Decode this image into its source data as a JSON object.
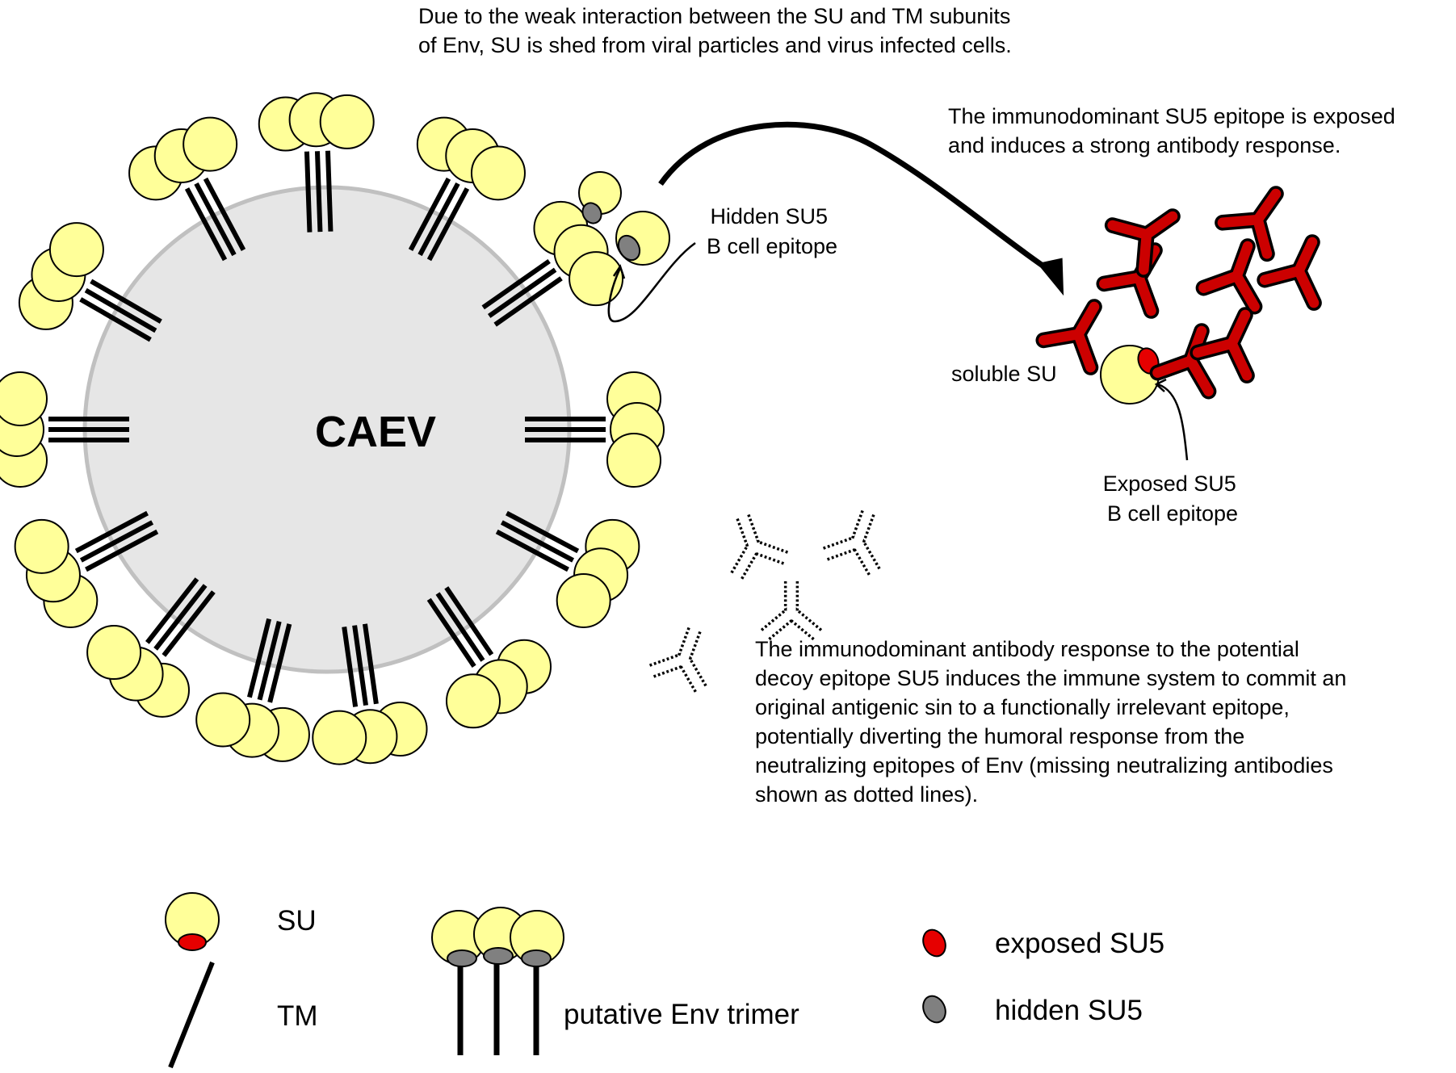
{
  "virus_label": "CAEV",
  "captions": {
    "top": [
      "Due to the weak interaction between the SU and TM subunits",
      "of Env, SU is shed from viral particles and virus infected cells."
    ],
    "exposed": [
      "The immunodominant SU5 epitope is exposed",
      "and induces a strong antibody response."
    ],
    "bottom": [
      "The immunodominant antibody response to the potential",
      "decoy epitope SU5 induces the immune system to commit an",
      "original antigenic sin to a functionally irrelevant epitope,",
      "potentially diverting the humoral response from the",
      "neutralizing epitopes of Env (missing neutralizing antibodies",
      "shown as dotted lines)."
    ]
  },
  "labels": {
    "hidden_epitope": [
      "Hidden SU5",
      "B cell epitope"
    ],
    "soluble_su": "soluble SU",
    "exposed_epitope": [
      "Exposed SU5",
      "B cell epitope"
    ]
  },
  "legend": {
    "su": "SU",
    "tm": "TM",
    "trimer": "putative Env trimer",
    "exposed": "exposed SU5",
    "hidden": "hidden SU5"
  },
  "colors": {
    "su_fill": "#ffff99",
    "virion_fill": "#e6e6e6",
    "virion_stroke": "#c0c0c0",
    "antibody_red": "#cc0000",
    "epitope_red": "#e60000",
    "epitope_gray": "#808080"
  }
}
